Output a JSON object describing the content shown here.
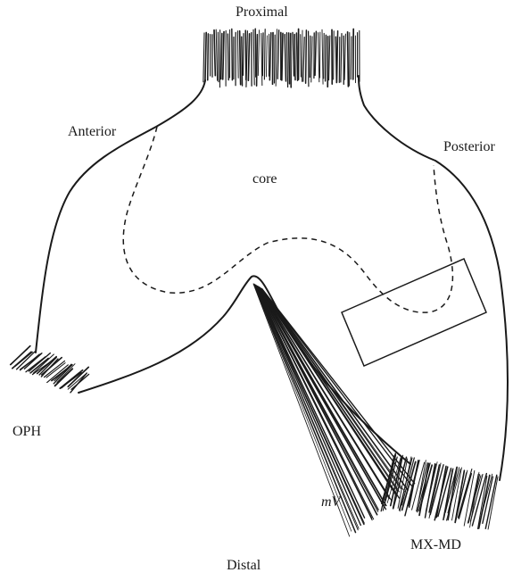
{
  "labels": {
    "proximal": "Proximal",
    "distal": "Distal",
    "anterior": "Anterior",
    "posterior": "Posterior",
    "core": "core",
    "oph": "OPH",
    "mv": "mV",
    "mx_md": "MX-MD"
  },
  "colors": {
    "ink": "#1a1a1a",
    "background": "#ffffff"
  }
}
